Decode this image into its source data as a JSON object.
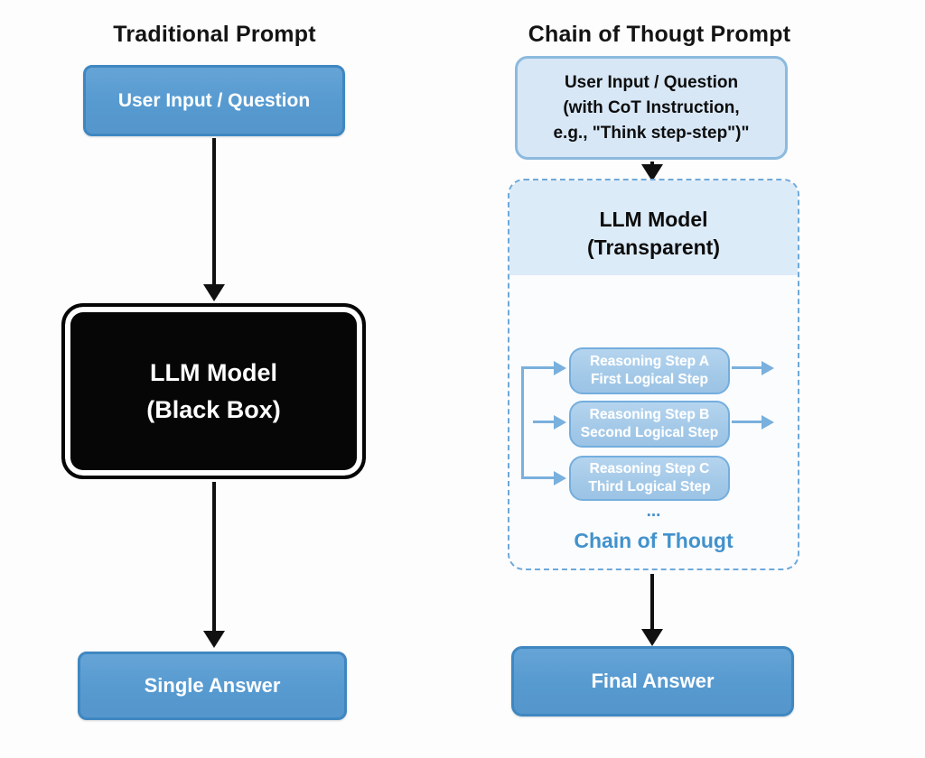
{
  "diagram": {
    "left_column": {
      "title": "Traditional Prompt",
      "input_box_label": "User Input / Question",
      "model_box": {
        "line1": "LLM Model",
        "line2": "(Black Box)"
      },
      "answer_box_label": "Single Answer"
    },
    "right_column": {
      "title": "Chain of Thougt Prompt",
      "input_box": {
        "line1": "User Input / Question",
        "line2": "(with CoT Instruction,",
        "line3": "e.g., \"Think step-step\")\""
      },
      "model_header": {
        "line1": "LLM Model",
        "line2": "(Transparent)"
      },
      "steps": [
        {
          "line1": "Reasoning Step A",
          "line2": "First Logical Step"
        },
        {
          "line1": "Reasoning Step B",
          "line2": "Second Logical Step"
        },
        {
          "line1": "Reasoning Step C",
          "line2": "Third Logical Step"
        }
      ],
      "ellipsis": "...",
      "chain_label": "Chain of Thougt",
      "answer_box_label": "Final Answer"
    },
    "colors": {
      "solid_box_fill": "#5b9ed3",
      "solid_box_border": "#3f87c1",
      "light_box_fill": "#d7e7f6",
      "light_box_border": "#8cbade",
      "dashed_border": "#6ea9d9",
      "header_fill": "#dcebf8",
      "step_fill": "#a3c9e8",
      "step_border": "#74aede",
      "chain_text": "#4292cc",
      "black_box_fill": "#060606",
      "arrow_black": "#101010",
      "arrow_blue": "#79b0dd"
    }
  }
}
